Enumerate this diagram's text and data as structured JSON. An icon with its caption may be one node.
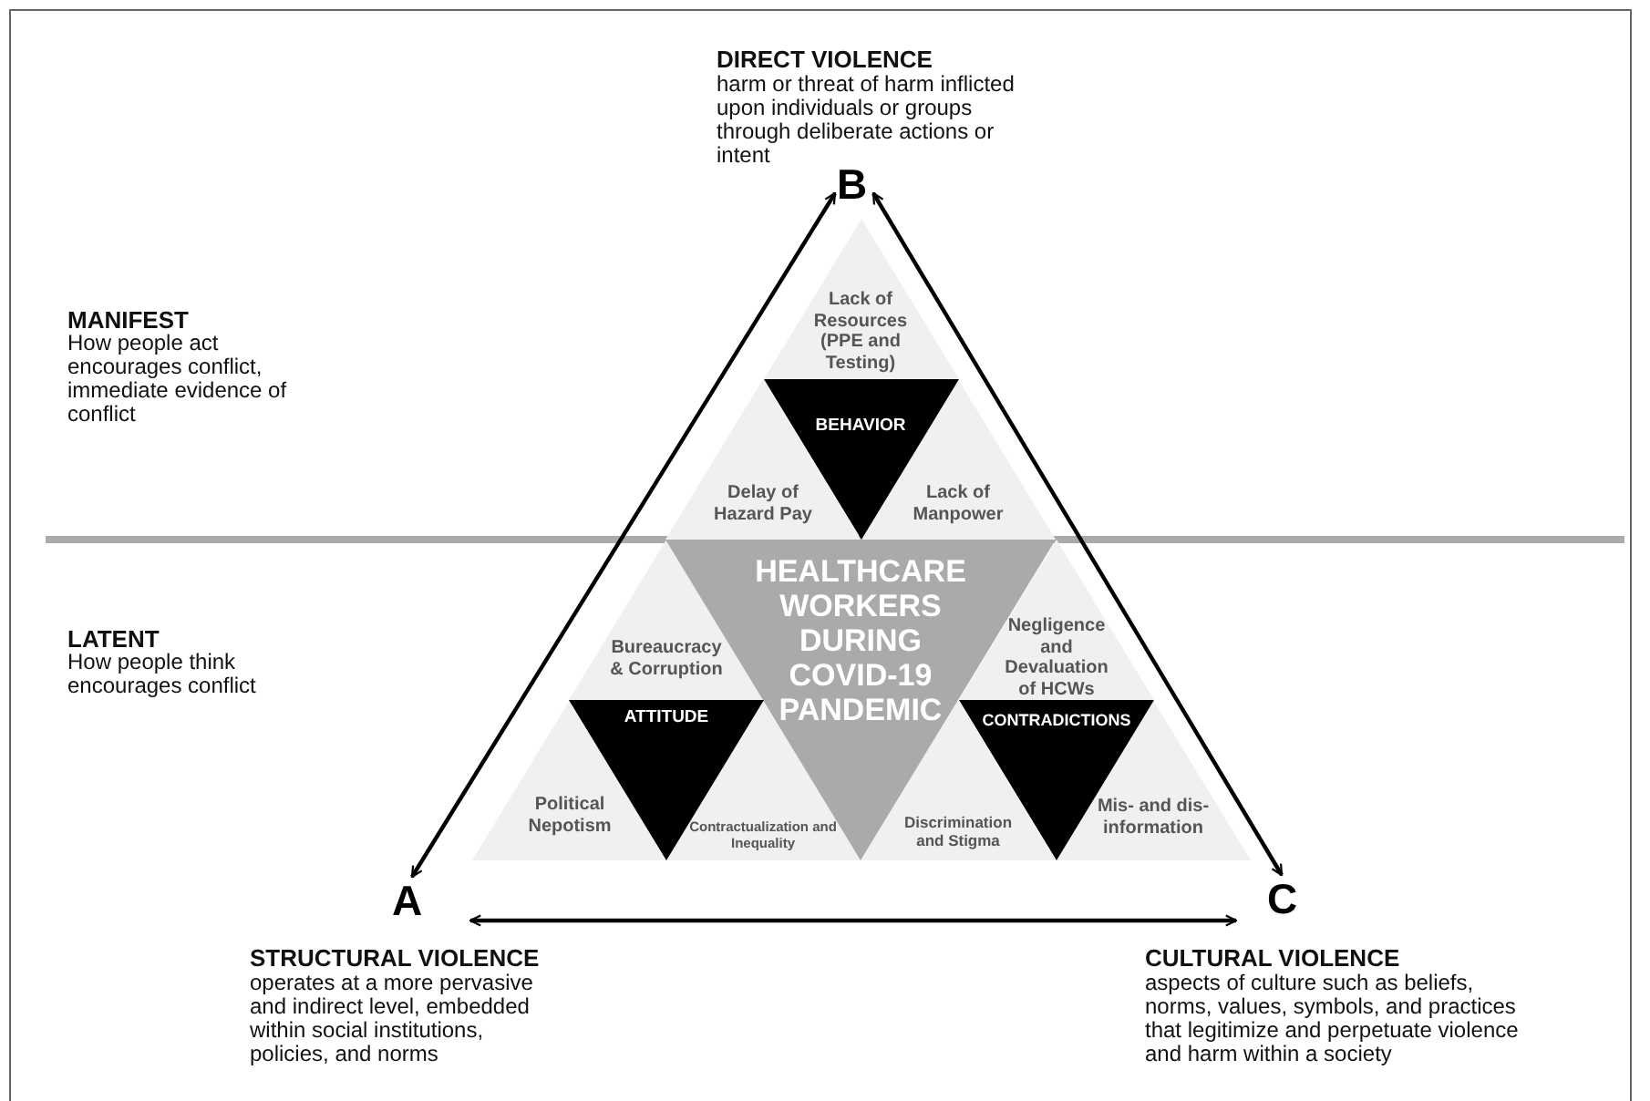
{
  "diagram": {
    "nodes": [
      {
        "text": [
          "B"
        ]
      },
      {
        "text": [
          "Lack of Resources (PPE and Testing)"
        ]
      },
      {
        "text": [
          "BEHAVIOR"
        ]
      },
      {
        "text": [
          "Delay of Hazard Pay"
        ]
      },
      {
        "text": [
          "Lack of Manpower"
        ]
      },
      {
        "text": [
          "HEALTHCARE WORKERS DURING COVID-19 PANDEMIC"
        ]
      },
      {
        "text": [
          "Bureaucracy & Corruption"
        ]
      },
      {
        "text": [
          "Negligence and Devaluation of HCWs"
        ]
      },
      {
        "text": [
          "ATTITUDE"
        ]
      },
      {
        "text": [
          "CONTRADICTIONS"
        ]
      },
      {
        "text": [
          "A"
        ]
      },
      {
        "text": [
          "Political Nepotism"
        ]
      },
      {
        "text": [
          "Contractualization and Inequality"
        ]
      },
      {
        "text": [
          "Discrimination and Stigma"
        ]
      },
      {
        "text": [
          "Mis- and dis-information"
        ]
      },
      {
        "text": [
          "C"
        ]
      }
    ],
    "edges": [
      {
        "from": 10,
        "to": 0,
        "arrow": "both"
      },
      {
        "from": 0,
        "to": 15,
        "arrow": "both"
      },
      {
        "from": 10,
        "to": 15,
        "arrow": "both"
      }
    ],
    "labels": [
      "DIRECT VIOLENCE",
      "harm or threat of harm inflicted upon individuals or groups through deliberate actions or intent",
      "MANIFEST",
      "How people act encourages conflict, immediate evidence of conflict",
      "LATENT",
      "How people think encourages conflict",
      "STRUCTURAL VIOLENCE",
      "operates at a more pervasive and indirect level, embedded within social institutions, policies, and norms",
      "CULTURAL VIOLENCE",
      "aspects of culture such as beliefs, norms, values, symbols, and practices that legitimize and perpetuate violence and harm within a society"
    ]
  }
}
